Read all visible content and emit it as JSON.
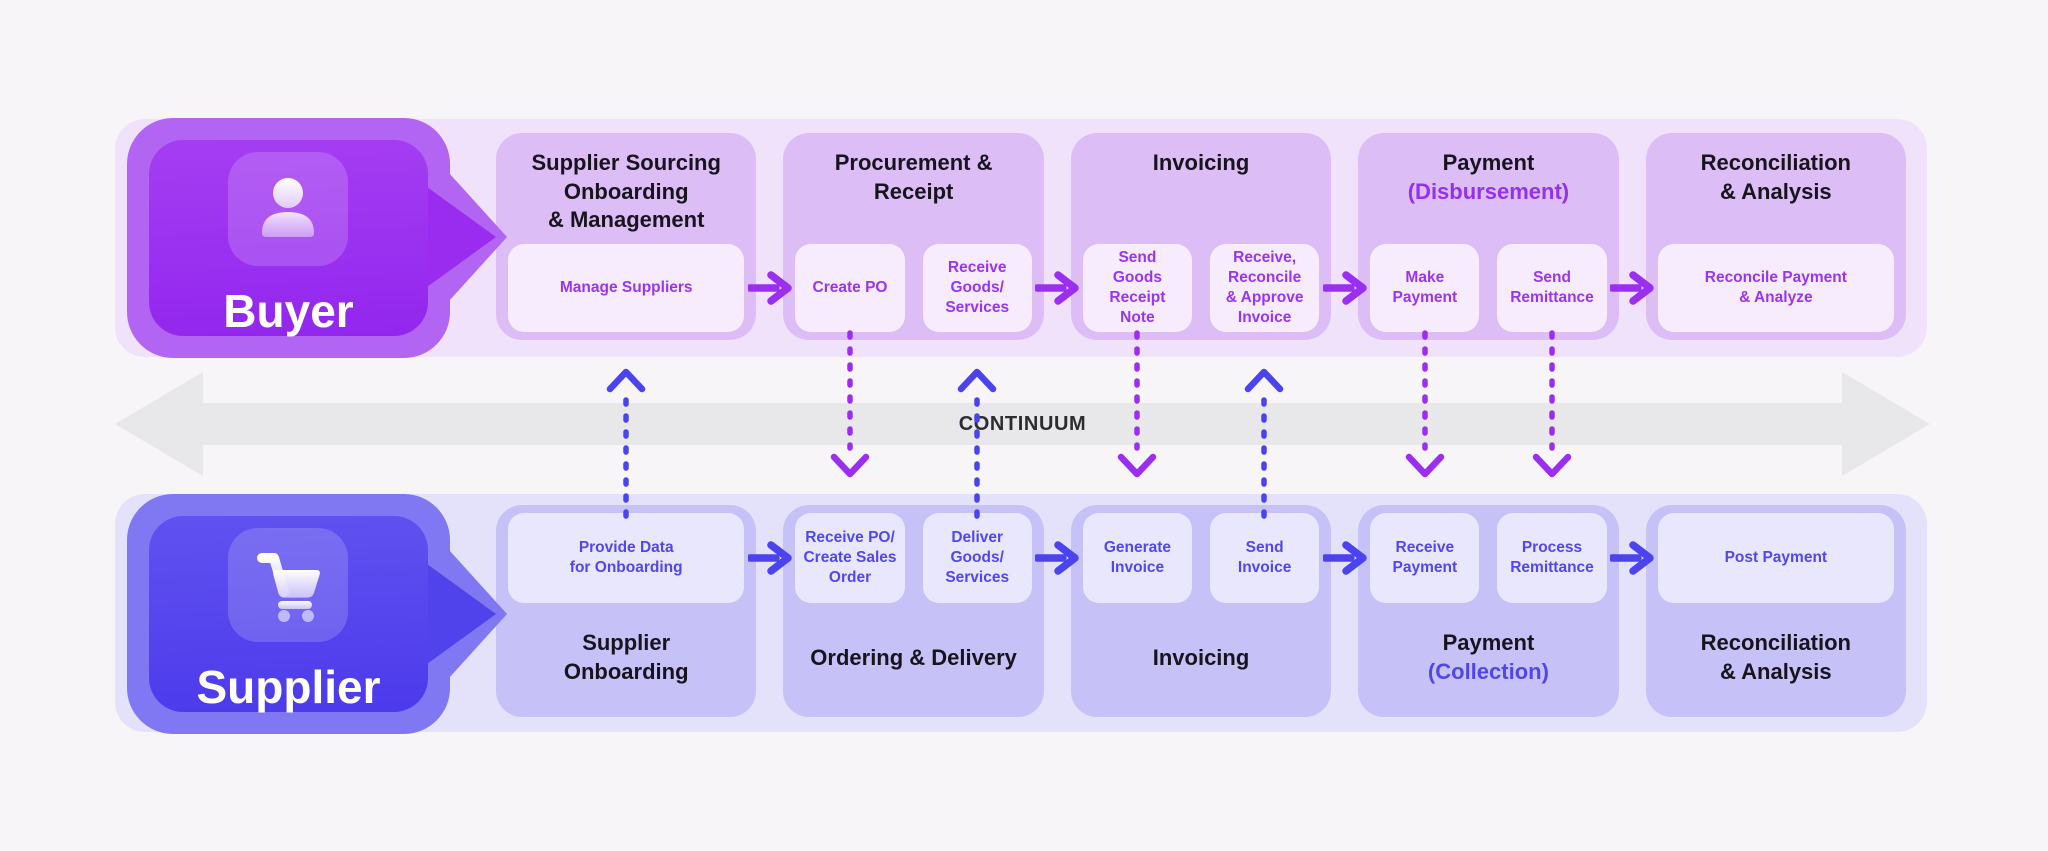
{
  "diagram": {
    "continuum_label": "CONTINUUM",
    "buyer": {
      "label": "Buyer",
      "icon": "person-icon"
    },
    "supplier": {
      "label": "Supplier",
      "icon": "shopping-cart-icon"
    },
    "buyer_row": {
      "sections": [
        {
          "title": "Supplier Sourcing\nOnboarding\n& Management",
          "boxes": [
            "Manage Suppliers"
          ]
        },
        {
          "title": "Procurement &\nReceipt",
          "boxes": [
            "Create PO",
            "Receive\nGoods/\nServices"
          ]
        },
        {
          "title": "Invoicing",
          "boxes": [
            "Send\nGoods\nReceipt\nNote",
            "Receive,\nReconcile\n& Approve\nInvoice"
          ]
        },
        {
          "title": "Payment",
          "subtitle": "(Disbursement)",
          "boxes": [
            "Make\nPayment",
            "Send\nRemittance"
          ]
        },
        {
          "title": "Reconciliation\n& Analysis",
          "boxes": [
            "Reconcile Payment\n& Analyze"
          ]
        }
      ]
    },
    "supplier_row": {
      "sections": [
        {
          "title": "Supplier\nOnboarding",
          "boxes": [
            "Provide Data\nfor Onboarding"
          ]
        },
        {
          "title": "Ordering & Delivery",
          "boxes": [
            "Receive PO/\nCreate Sales\nOrder",
            "Deliver\nGoods/\nServices"
          ]
        },
        {
          "title": "Invoicing",
          "boxes": [
            "Generate\nInvoice",
            "Send\nInvoice"
          ]
        },
        {
          "title": "Payment",
          "subtitle": "(Collection)",
          "boxes": [
            "Receive\nPayment",
            "Process\nRemittance"
          ]
        },
        {
          "title": "Reconciliation\n& Analysis",
          "boxes": [
            "Post Payment"
          ]
        }
      ]
    },
    "colors": {
      "page_bg": "#f7f5f8",
      "buyer_band": "#f1e2fc",
      "buyer_section": "#dcbdf6",
      "buyer_box": "#f7ebfe",
      "buyer_box_text": "#9a35ee",
      "buyer_chip": "#9a2cef",
      "supplier_band": "#e4e2fb",
      "supplier_section": "#c6c1f7",
      "supplier_box": "#e9e7fd",
      "supplier_box_text": "#5247ec",
      "supplier_chip": "#5143ec",
      "arrow_purple": "#9b2ff0",
      "arrow_blue": "#4b43ee",
      "continuum_band": "#e8e7e9",
      "continuum_text": "#2d2c31"
    }
  }
}
